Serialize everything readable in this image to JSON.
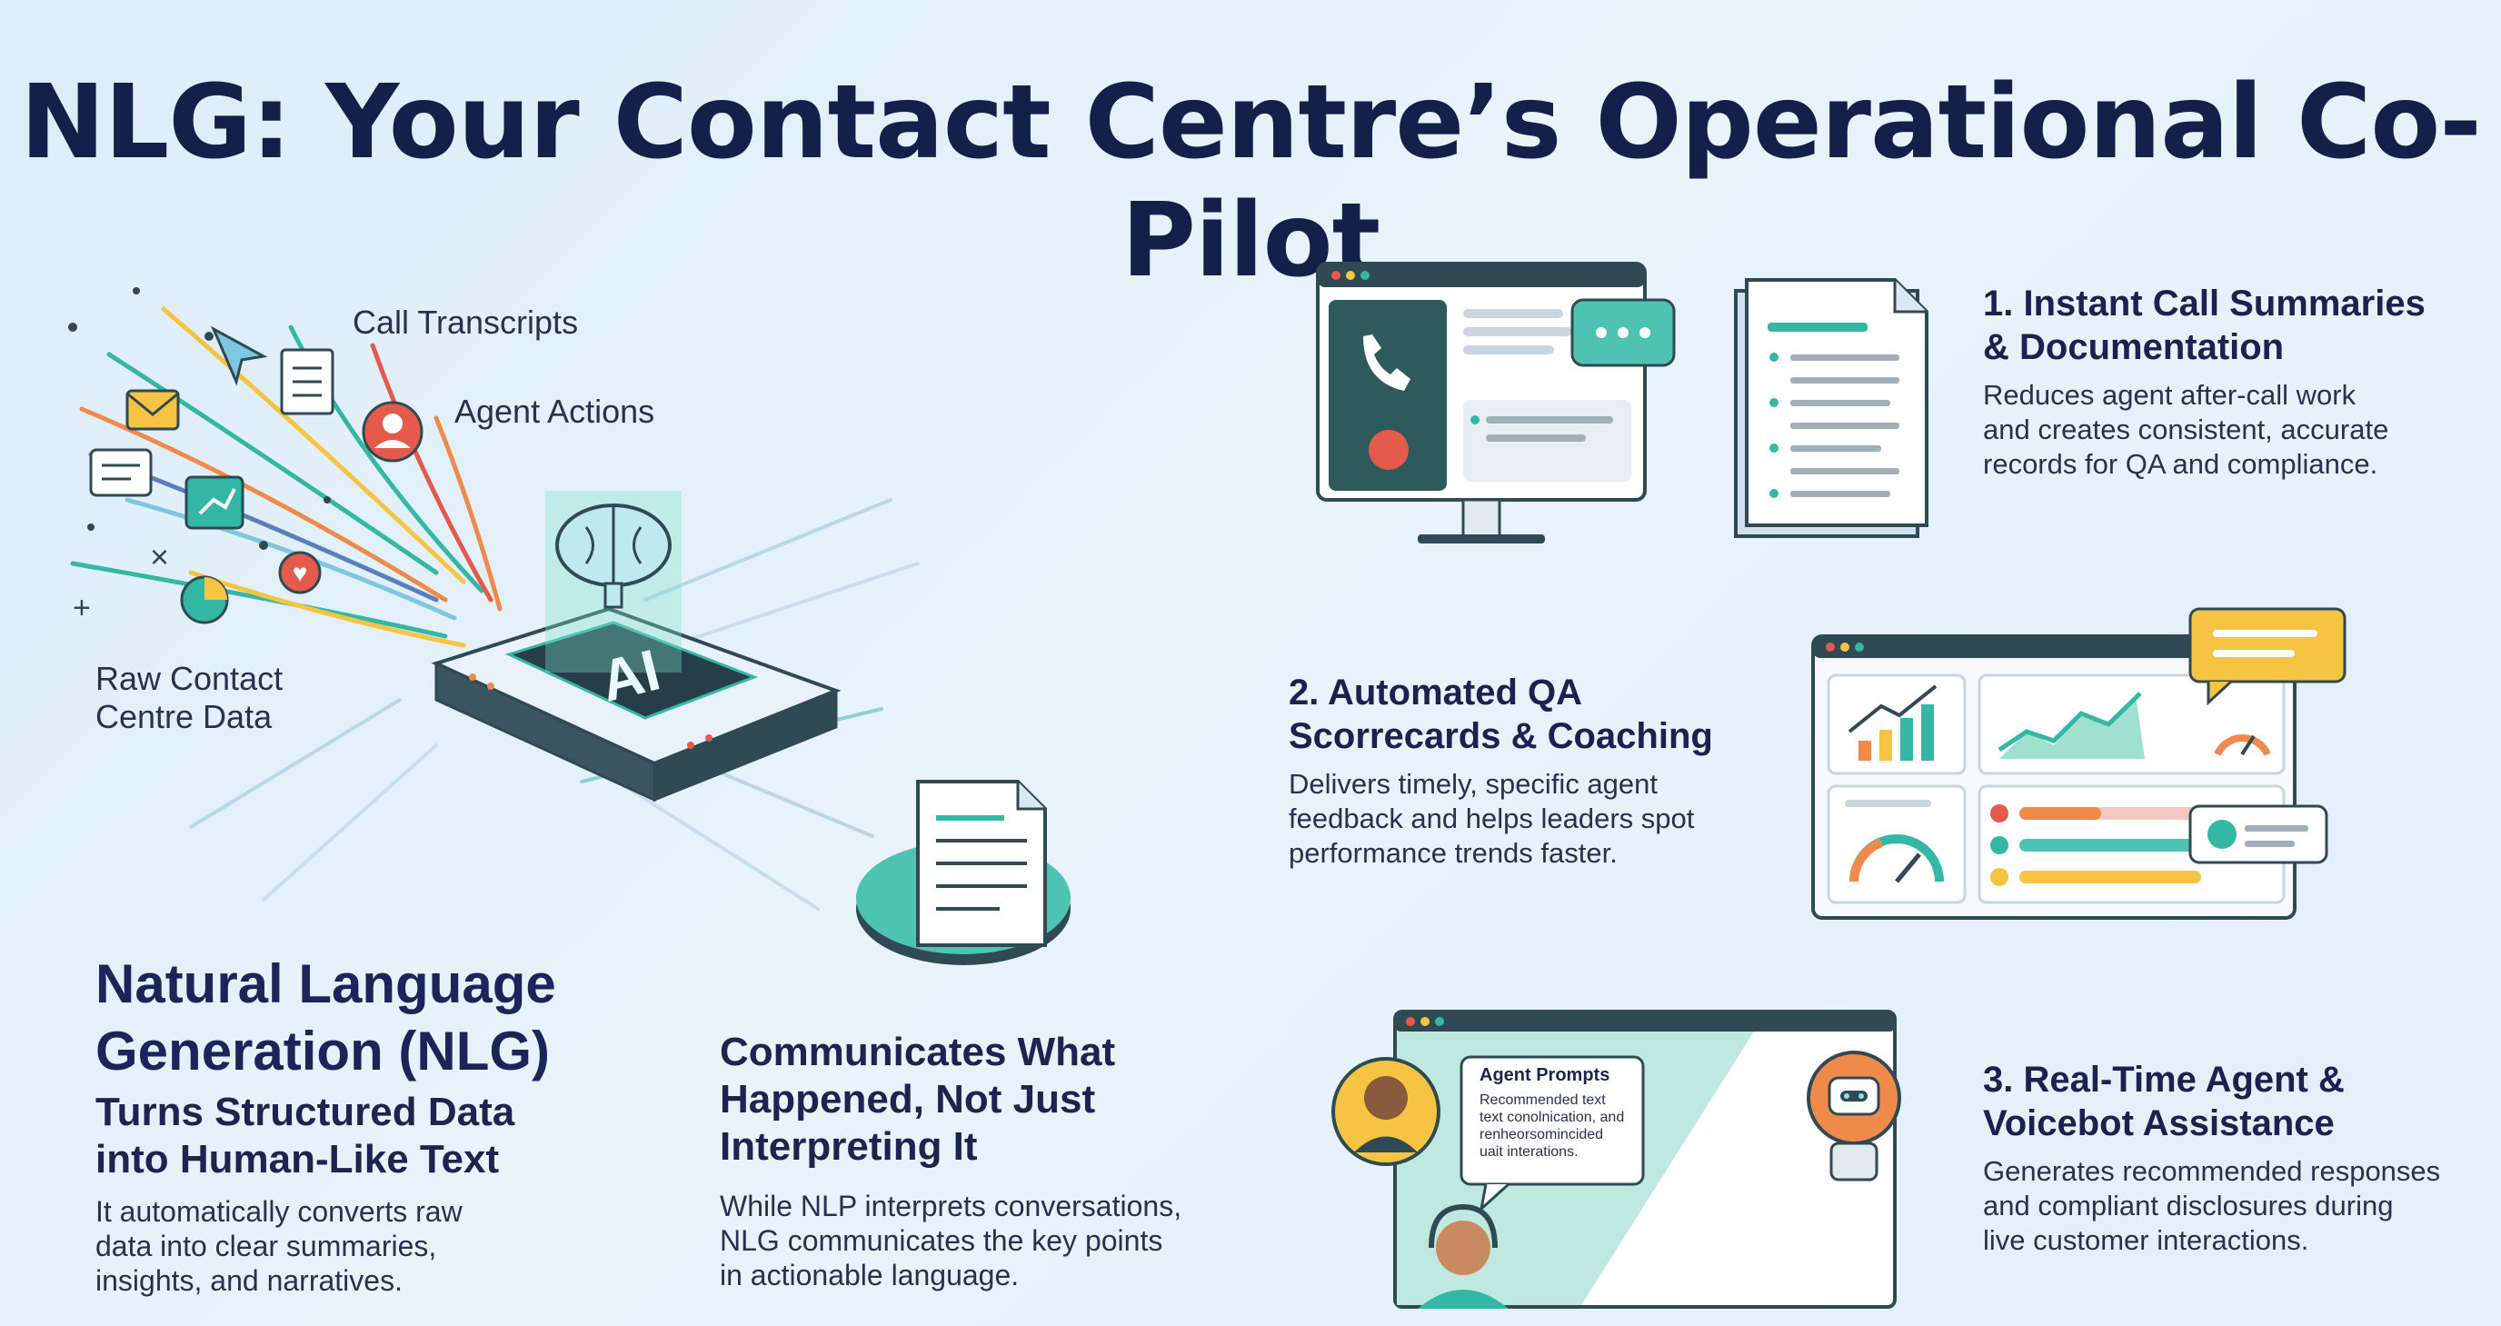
{
  "title": "NLG: Your Contact Centre’s Operational Co-Pilot",
  "left": {
    "label_transcripts": "Call Transcripts",
    "label_actions": "Agent Actions",
    "label_raw_1": "Raw Contact",
    "label_raw_2": "Centre Data",
    "chip_text": "AI",
    "heading_1": "Natural Language",
    "heading_2": "Generation (NLG)",
    "subheading_1": "Turns Structured Data",
    "subheading_2": "into Human-Like Text",
    "body_1": "It automatically converts raw",
    "body_2": "data into clear summaries,",
    "body_3": "insights, and narratives."
  },
  "middle": {
    "heading_1": "Communicates What",
    "heading_2": "Happened, Not Just",
    "heading_3": "Interpreting It",
    "body_1": "While NLP interprets conversations,",
    "body_2": "NLG communicates the key points",
    "body_3": "in actionable language."
  },
  "features": [
    {
      "title_1": "1. Instant Call Summaries",
      "title_2": "& Documentation",
      "body_1": "Reduces agent after-call work",
      "body_2": "and creates consistent, accurate",
      "body_3": "records for QA and compliance."
    },
    {
      "title_1": "2. Automated QA",
      "title_2": "Scorrecards & Coaching",
      "body_1": "Delivers timely, specific agent",
      "body_2": "feedback and helps leaders spot",
      "body_3": "performance trends faster."
    },
    {
      "title_1": "3. Real-Time Agent &",
      "title_2": "Voicebot Assistance",
      "body_1": "Generates recommended responses",
      "body_2": "and compliant disclosures during",
      "body_3": "live customer interactions."
    }
  ],
  "agent_prompts": {
    "title": "Agent Prompts",
    "line_1": "Recommended text",
    "line_2": "text conolnication, and",
    "line_3": "renheorsomincided",
    "line_4": "uait interations."
  },
  "colors": {
    "navy": "#13204a",
    "teal": "#35b7a6",
    "orange": "#f08a4b",
    "yellow": "#f6c343",
    "red": "#e45b4b",
    "dark_panel": "#2f4a52"
  }
}
